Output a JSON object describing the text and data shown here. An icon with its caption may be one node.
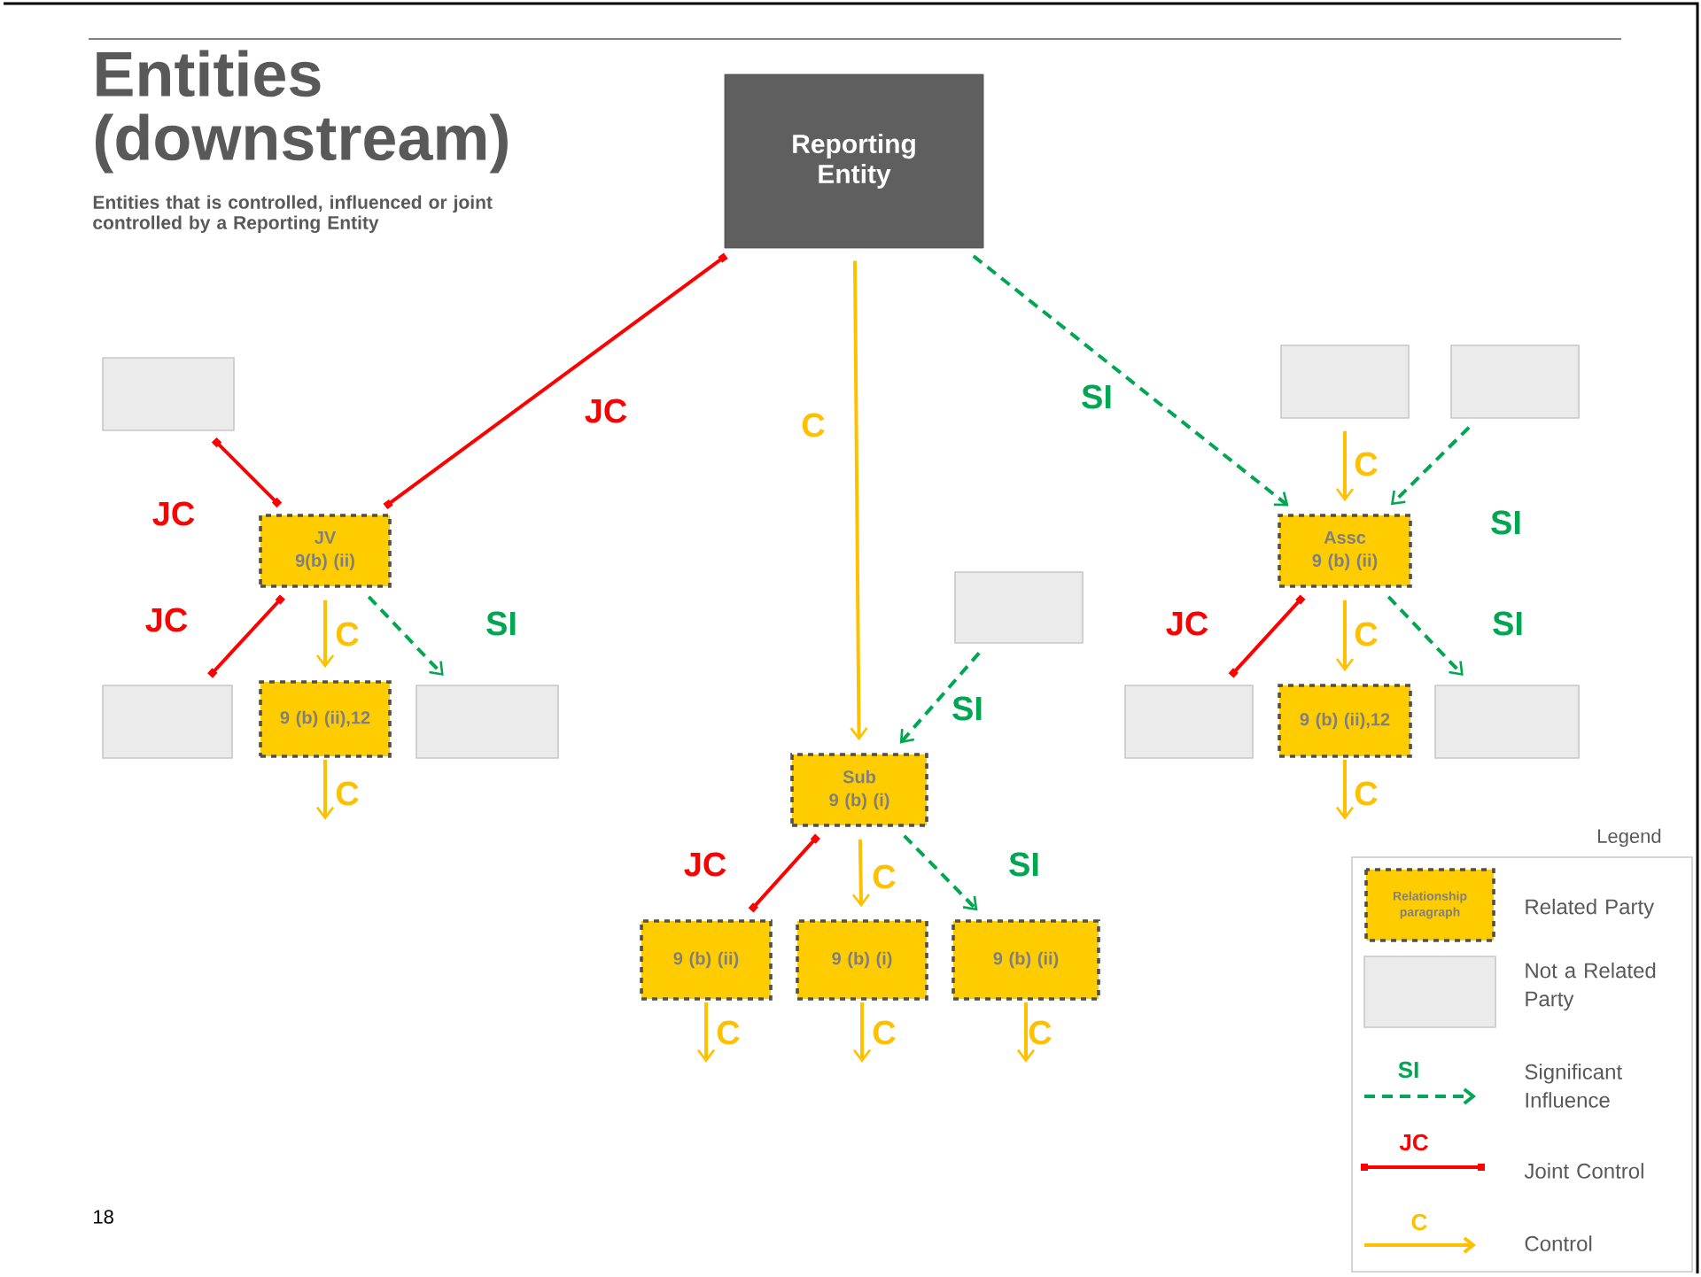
{
  "diagram": {
    "title": "Entities (downstream)",
    "nodes": [
      {
        "text": [
          "Reporting Entity"
        ]
      },
      {
        "text": [],
        "shape": "box"
      },
      {
        "text": [
          "JV",
          "9(b) (ii)"
        ]
      },
      {
        "text": [],
        "shape": "box"
      },
      {
        "text": [
          "9 (b) (ii),12"
        ]
      },
      {
        "text": [],
        "shape": "box"
      },
      {
        "text": [],
        "shape": "box"
      },
      {
        "text": [
          "Sub",
          "9 (b) (i)"
        ]
      },
      {
        "text": [
          "9 (b) (ii)"
        ]
      },
      {
        "text": [
          "9 (b) (i)"
        ]
      },
      {
        "text": [
          "9 (b) (ii)"
        ]
      },
      {
        "text": [],
        "shape": "box"
      },
      {
        "text": [],
        "shape": "box"
      },
      {
        "text": [
          "Assc",
          "9 (b) (ii)"
        ]
      },
      {
        "text": [],
        "shape": "box"
      },
      {
        "text": [
          "9 (b) (ii),12"
        ]
      },
      {
        "text": [],
        "shape": "box"
      }
    ],
    "edges": [
      {
        "from": 0,
        "to": 2,
        "arrow": "other",
        "label": "JC",
        "color": "#ff0000"
      },
      {
        "from": 1,
        "to": 2,
        "arrow": "other",
        "label": "JC",
        "color": "#ff0000"
      },
      {
        "from": 2,
        "to": 3,
        "arrow": "other",
        "label": "JC",
        "color": "#ff0000"
      },
      {
        "from": 2,
        "to": 4,
        "arrow": "to",
        "label": "C"
      },
      {
        "from": 2,
        "to": 5,
        "arrow": "to",
        "label": "SI",
        "style": "dashed",
        "color": "#00a651"
      },
      {
        "from": 4,
        "to": null,
        "arrow": "to",
        "label": "C"
      },
      {
        "from": 0,
        "to": 7,
        "arrow": "to",
        "label": "C"
      },
      {
        "from": 6,
        "to": 7,
        "arrow": "to",
        "label": "SI",
        "style": "dashed",
        "color": "#00a651"
      },
      {
        "from": 7,
        "to": 8,
        "arrow": "other",
        "label": "JC",
        "color": "#ff0000"
      },
      {
        "from": 7,
        "to": 9,
        "arrow": "to",
        "label": "C"
      },
      {
        "from": 7,
        "to": 10,
        "arrow": "to",
        "label": "SI",
        "style": "dashed",
        "color": "#00a651"
      },
      {
        "from": 8,
        "to": null,
        "arrow": "to",
        "label": "C"
      },
      {
        "from": 9,
        "to": null,
        "arrow": "to",
        "label": "C"
      },
      {
        "from": 10,
        "to": null,
        "arrow": "to",
        "label": "C"
      },
      {
        "from": 0,
        "to": 13,
        "arrow": "to",
        "label": "SI",
        "style": "dashed",
        "color": "#00a651"
      },
      {
        "from": 11,
        "to": 13,
        "arrow": "to",
        "label": "C"
      },
      {
        "from": 12,
        "to": 13,
        "arrow": "to",
        "label": "SI",
        "style": "dashed",
        "color": "#00a651"
      },
      {
        "from": 13,
        "to": 14,
        "arrow": "other",
        "label": "JC",
        "color": "#ff0000"
      },
      {
        "from": 13,
        "to": 15,
        "arrow": "to",
        "label": "C"
      },
      {
        "from": 13,
        "to": 16,
        "arrow": "to",
        "label": "SI",
        "style": "dashed",
        "color": "#00a651"
      },
      {
        "from": 15,
        "to": null,
        "arrow": "to",
        "label": "C"
      }
    ],
    "labels": [
      "Entities that is controlled, influenced or joint controlled by a Reporting Entity",
      "Legend",
      "Relationship paragraph",
      "SI",
      "JC",
      "C",
      "18"
    ],
    "legend": [
      {
        "text": "Related Party"
      },
      {
        "text": "Not a Related Party"
      },
      {
        "text": "Significant Influence"
      },
      {
        "text": "Joint Control"
      },
      {
        "text": "Control"
      }
    ]
  }
}
